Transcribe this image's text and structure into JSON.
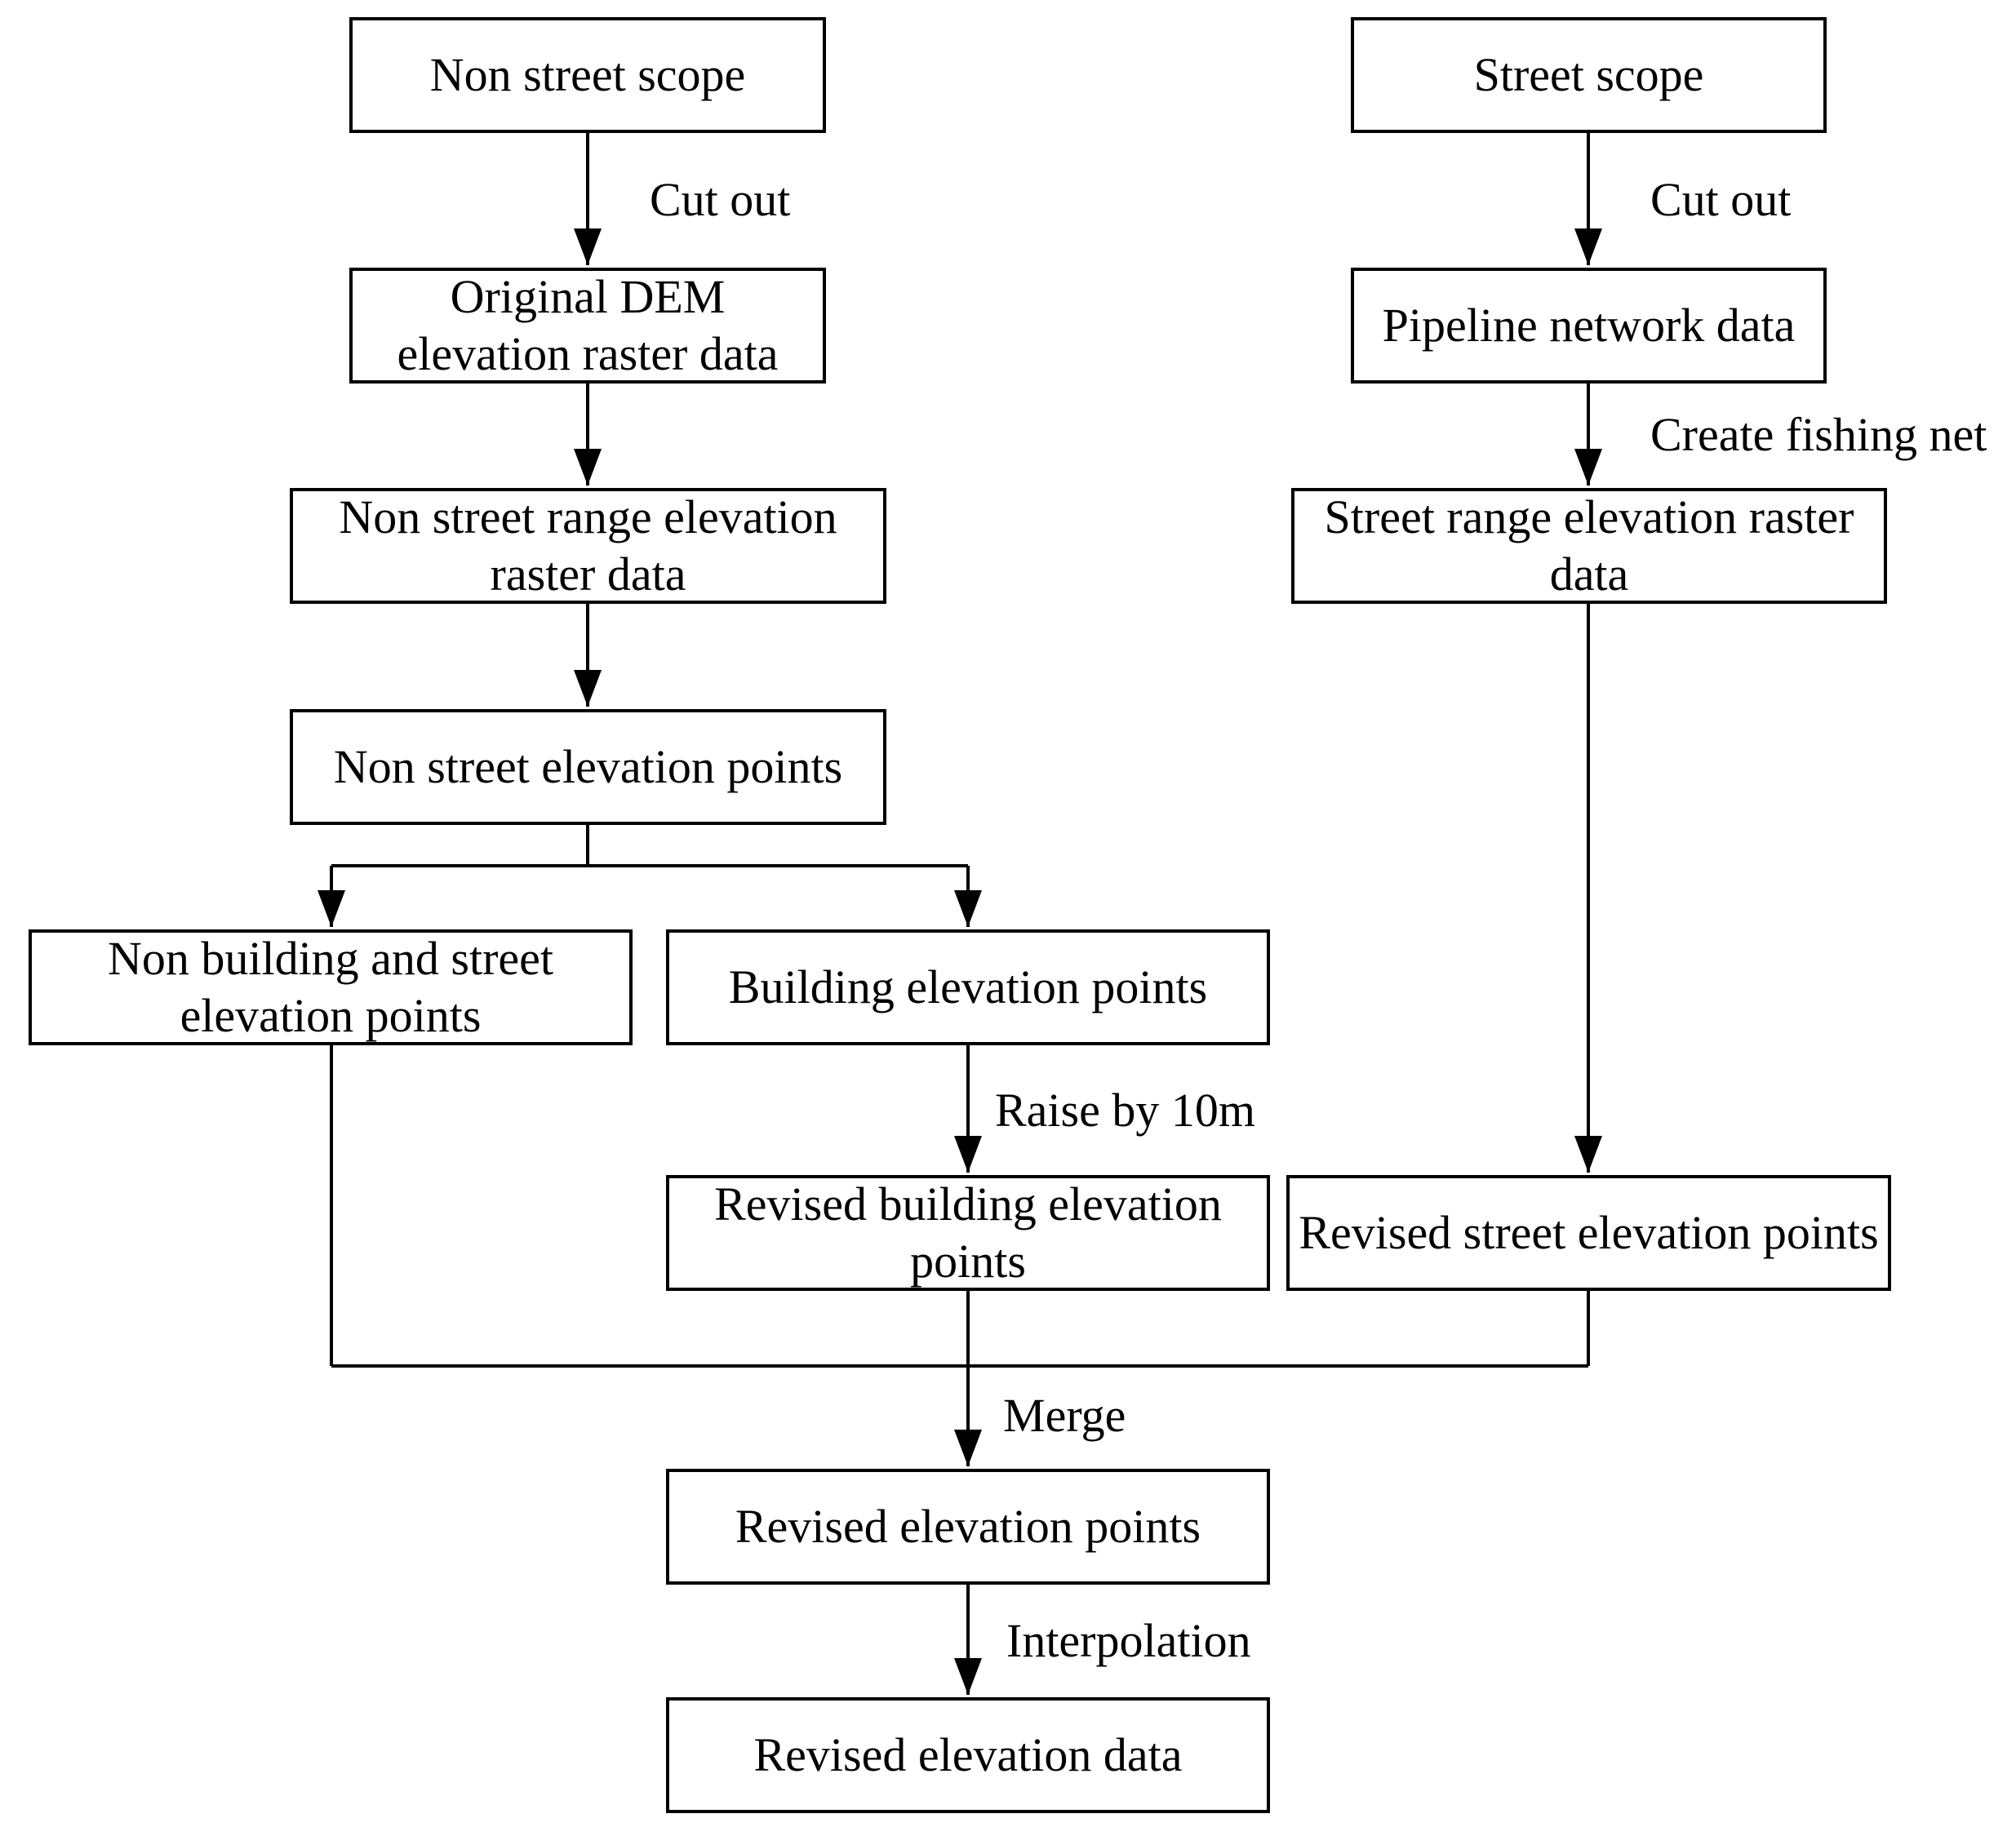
{
  "nodes": {
    "non_street_scope": "Non street scope",
    "street_scope": "Street scope",
    "original_dem": "Original DEM elevation raster data",
    "pipeline_network": "Pipeline network data",
    "non_street_range_raster": "Non street range elevation raster data",
    "street_range_raster": "Street range elevation raster data",
    "non_street_points": "Non street elevation points",
    "non_building_street_points": "Non building and street elevation points",
    "building_points": "Building elevation points",
    "revised_building_points": "Revised  building elevation points",
    "revised_street_points": "Revised  street elevation points",
    "revised_points": "Revised elevation points",
    "revised_data": "Revised elevation data"
  },
  "edge_labels": {
    "cut_out_left": "Cut out",
    "cut_out_right": "Cut out",
    "create_fishing_net": "Create fishing net",
    "raise_by": "Raise by 10m",
    "merge": "Merge",
    "interpolation": "Interpolation"
  },
  "colors": {
    "stroke": "#000000",
    "background": "#ffffff"
  }
}
